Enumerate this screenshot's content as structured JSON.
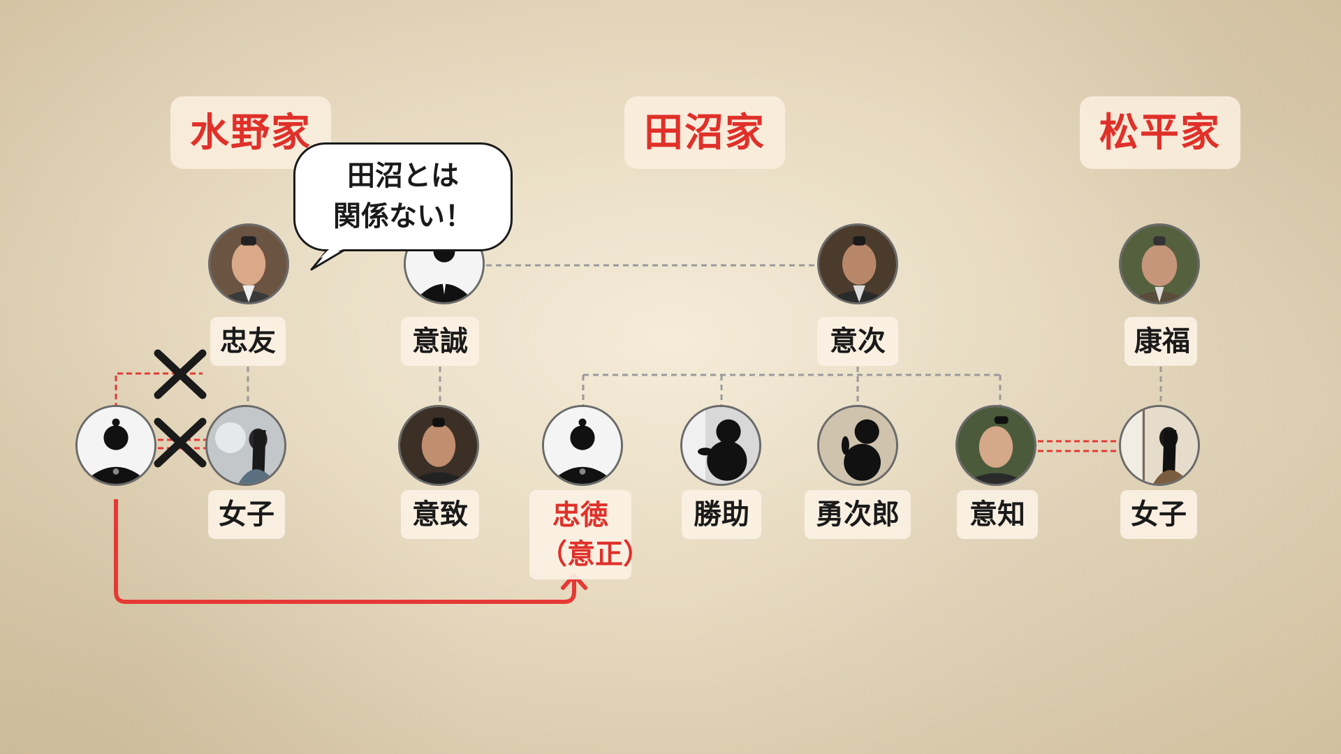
{
  "families": {
    "mizuno": "水野家",
    "tanuma": "田沼家",
    "matsudaira": "松平家"
  },
  "speech_bubble": {
    "line1": "田沼とは",
    "line2": "関係ない！"
  },
  "people": {
    "tadatomo": "忠友",
    "okinobu": "意誠",
    "okitsugu": "意次",
    "yasuyoshi": "康福",
    "mizuno_daughter": "女子",
    "okimune": "意致",
    "tadanori": "忠徳",
    "tadanori_alt": "（意正）",
    "katsusuke": "勝助",
    "yujiro": "勇次郎",
    "okitomo": "意知",
    "matsudaira_daughter": "女子"
  },
  "colors": {
    "family_title": "#e0302a",
    "adoption_arrow": "#e53935",
    "marriage_line": "#e53935",
    "lineage_line": "#9a9a9a",
    "cross_mark": "#1a1a1a"
  },
  "icons": {
    "divorce_mark": "x-cross-icon",
    "adoption": "arrow-up-icon"
  }
}
